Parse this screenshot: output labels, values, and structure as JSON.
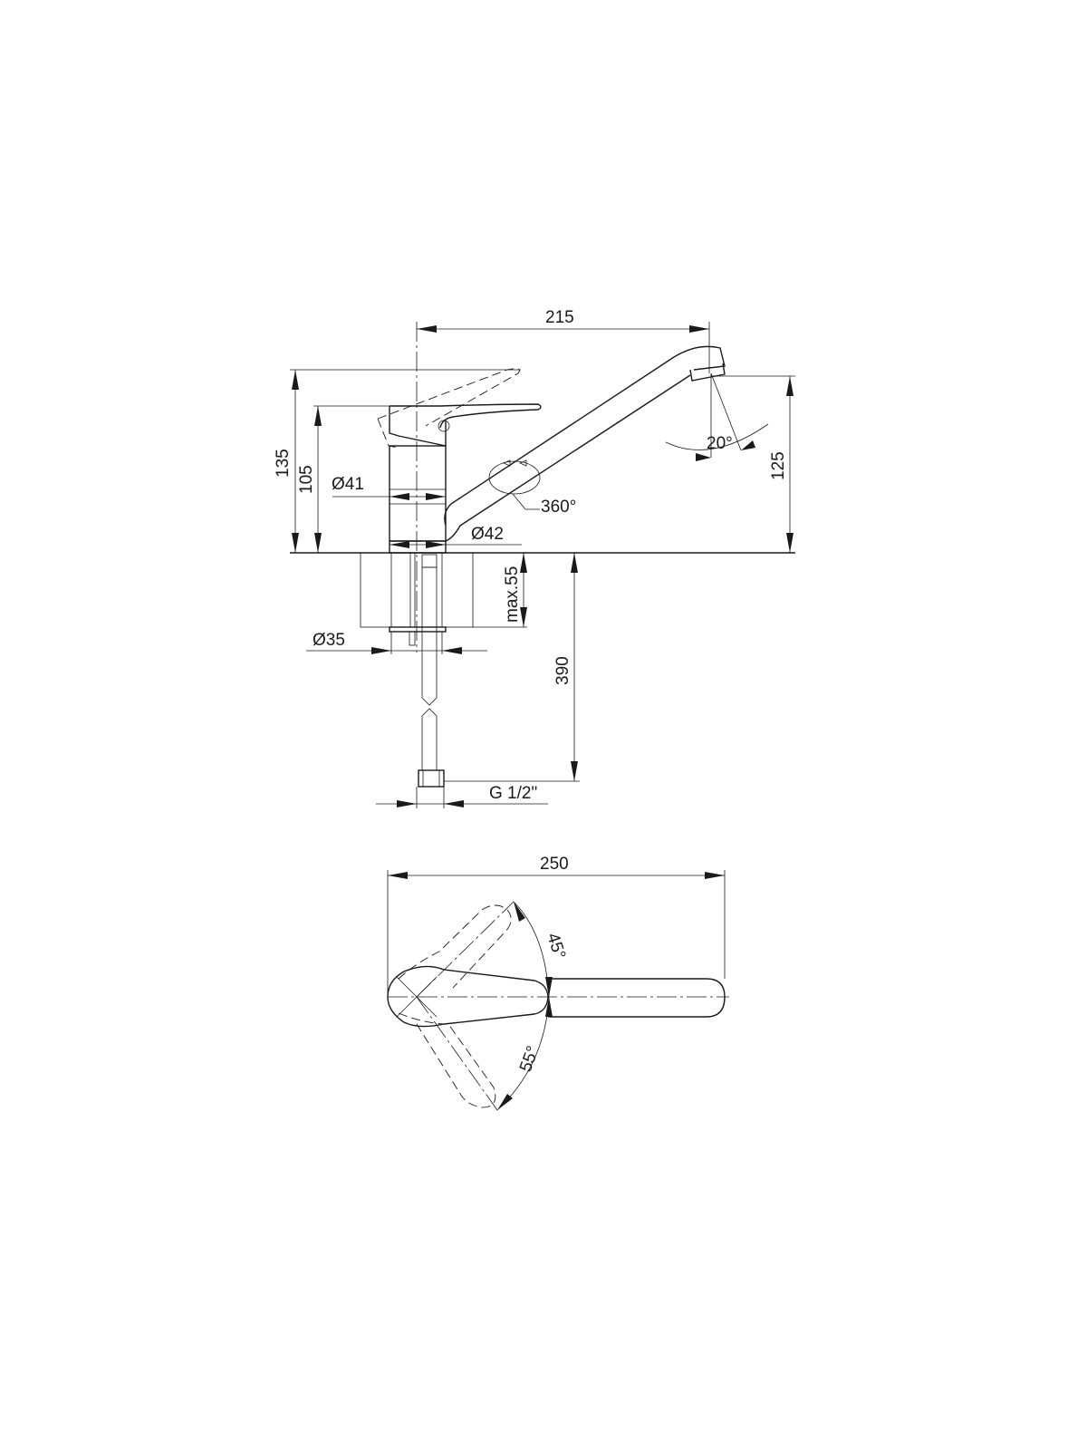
{
  "drawing": {
    "side_view": {
      "dim_reach": "215",
      "dim_total_height": "135",
      "dim_body_height": "105",
      "dim_spout_height": "125",
      "dim_body_diameter": "Ø41",
      "dim_base_diameter": "Ø42",
      "dim_spout_angle": "20°",
      "dim_rotation": "360°",
      "dim_counter_thickness": "max.55",
      "dim_hole_diameter": "Ø35",
      "dim_hose_length": "390",
      "dim_thread": "G 1/2\""
    },
    "top_view": {
      "dim_length": "250",
      "dim_angle_up": "45°",
      "dim_angle_down": "55°"
    },
    "colors": {
      "line": "#1a1a1a",
      "background": "#ffffff"
    }
  }
}
